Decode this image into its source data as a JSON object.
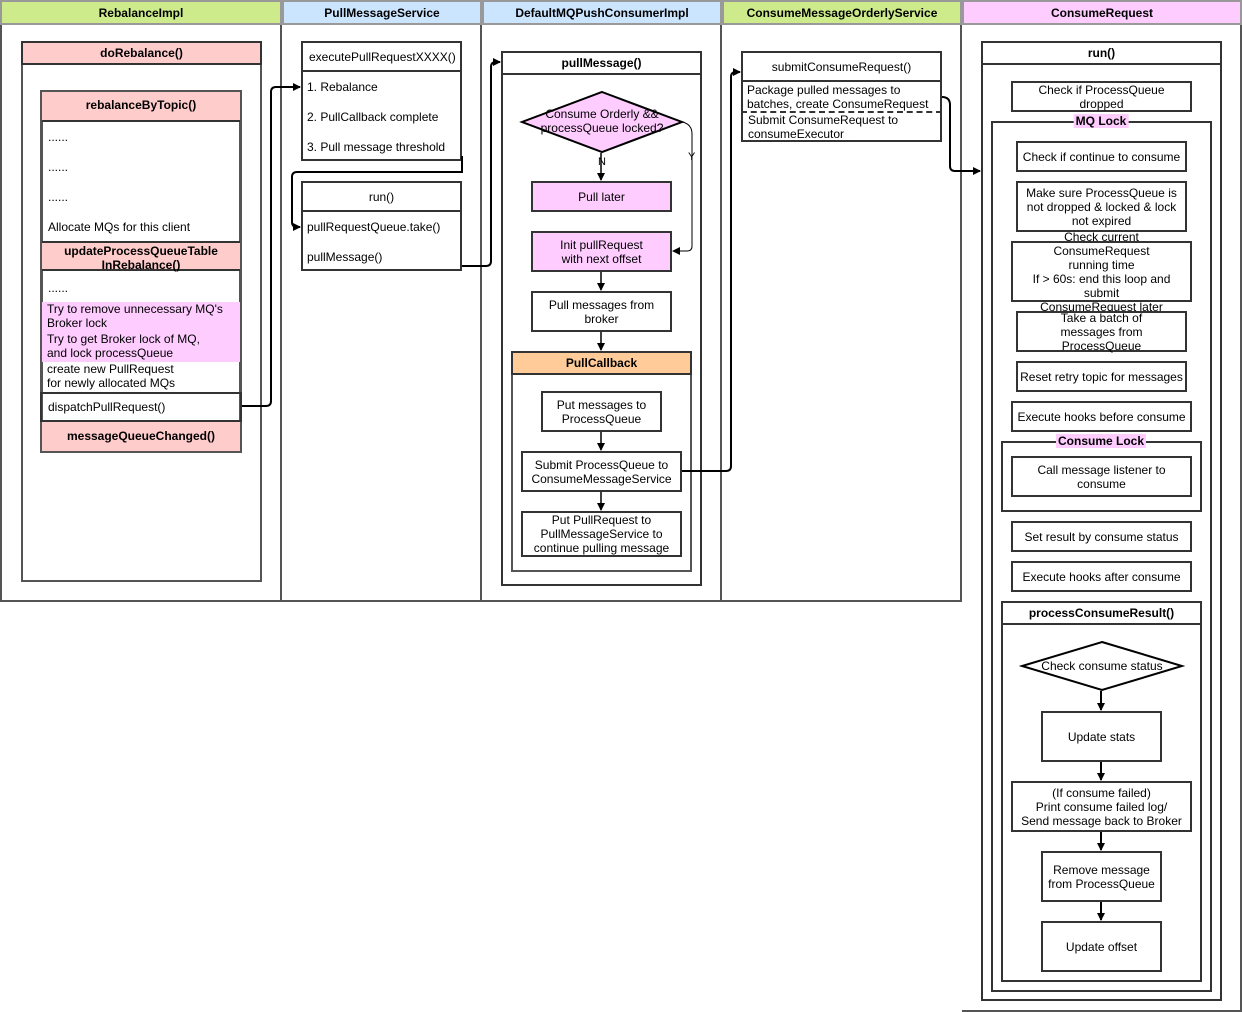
{
  "lanes": {
    "rebalance": "RebalanceImpl",
    "pull_service": "PullMessageService",
    "consumer_impl": "DefaultMQPushConsumerImpl",
    "orderly_service": "ConsumeMessageOrderlyService",
    "consume_request": "ConsumeRequest"
  },
  "rebalance": {
    "do_rebalance": "doRebalance()",
    "rebalance_by_topic": "rebalanceByTopic()",
    "dots1": "......",
    "dots2": "......",
    "dots3": "......",
    "allocate": "Allocate MQs for this client",
    "update_pq_table_l1": "updateProcessQueueTable",
    "update_pq_table_l2": "InRebalance()",
    "dots4": "......",
    "remove_unnecessary_l1": "Try to remove unnecessary MQ's",
    "remove_unnecessary_l2": "Broker lock",
    "get_lock_l1": "Try to get Broker lock of MQ,",
    "get_lock_l2": "and lock processQueue",
    "create_pull_l1": "create new PullRequest",
    "create_pull_l2": "for newly allocated MQs",
    "dispatch": "dispatchPullRequest()",
    "mq_changed": "messageQueueChanged()"
  },
  "pull_service": {
    "execute": "executePullRequestXXXX()",
    "item1": "1. Rebalance",
    "item2": "2. PullCallback complete",
    "item3": "3. Pull message threshold",
    "run": "run()",
    "take": "pullRequestQueue.take()",
    "pull_message": "pullMessage()"
  },
  "consumer_impl": {
    "pull_message": "pullMessage()",
    "decision_l1": "Consume Orderly &&",
    "decision_l2": "processQueue locked?",
    "no_label": "N",
    "yes_label": "Y",
    "pull_later": "Pull later",
    "init_l1": "Init pullRequest",
    "init_l2": "with next offset",
    "pull_from_broker_l1": "Pull messages from",
    "pull_from_broker_l2": "broker",
    "pull_callback": "PullCallback",
    "put_messages_l1": "Put messages to",
    "put_messages_l2": "ProcessQueue",
    "submit_pq_l1": "Submit ProcessQueue to",
    "submit_pq_l2": "ConsumeMessageService",
    "put_pull_l1": "Put PullRequest to",
    "put_pull_l2": "PullMessageService to",
    "put_pull_l3": "continue pulling message"
  },
  "orderly_service": {
    "submit": "submitConsumeRequest()",
    "package_l1": "Package pulled messages to",
    "package_l2": "batches, create ConsumeRequest",
    "submit_req_l1": "Submit ConsumeRequest to",
    "submit_req_l2": "consumeExecutor"
  },
  "consume_request": {
    "run": "run()",
    "check_dropped": "Check if ProcessQueue dropped",
    "mq_lock": "MQ Lock",
    "check_continue": "Check if continue to consume",
    "make_sure_l1": "Make sure ProcessQueue is",
    "make_sure_l2": "not dropped & locked & lock",
    "make_sure_l3": "not expired",
    "check_time_l1": "Check current ConsumeRequest",
    "check_time_l2": "running time",
    "check_time_l3": "If > 60s: end this loop and submit",
    "check_time_l4": "ConsumeRequest later",
    "take_batch_l1": "Take a batch of",
    "take_batch_l2": "messages from ProcessQueue",
    "reset_retry": "Reset retry topic for messages",
    "hooks_before": "Execute hooks before consume",
    "consume_lock": "Consume Lock",
    "call_listener_l1": "Call message listener to",
    "call_listener_l2": "consume",
    "set_result": "Set result by consume status",
    "hooks_after": "Execute hooks after consume",
    "process_result": "processConsumeResult()",
    "check_status": "Check consume status",
    "update_stats": "Update stats",
    "failed_l1": "(If consume failed)",
    "failed_l2": "Print consume failed log/",
    "failed_l3": "Send message back to Broker",
    "remove_l1": "Remove message",
    "remove_l2": "from ProcessQueue",
    "update_offset": "Update offset"
  },
  "colors": {
    "lane_green": "#cdeb8b",
    "lane_blue": "#cce5ff",
    "lane_pink": "#ffccff",
    "salmon": "#ffcccc",
    "orange": "#ffcc99",
    "pink": "#ffccff"
  }
}
